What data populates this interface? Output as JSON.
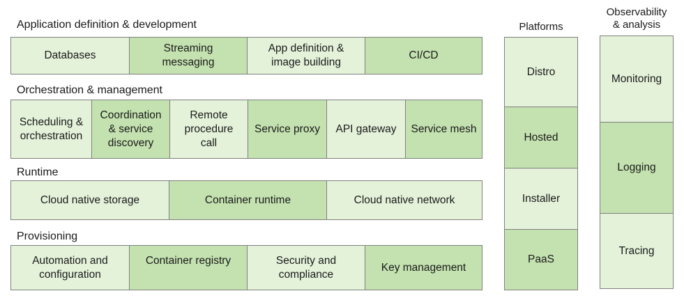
{
  "sections": [
    {
      "title": "Application definition & development",
      "items": [
        "Databases",
        "Streaming\nmessaging",
        "App definition &\nimage building",
        "CI/CD"
      ]
    },
    {
      "title": "Orchestration & management",
      "items": [
        "Scheduling &\norchestration",
        "Coordination\n& service\ndiscovery",
        "Remote\nprocedure\ncall",
        "Service proxy",
        "API gateway",
        "Service mesh"
      ]
    },
    {
      "title": "Runtime",
      "items": [
        "Cloud native storage",
        "Container runtime",
        "Cloud native network"
      ]
    },
    {
      "title": "Provisioning",
      "items": [
        "Automation and\nconfiguration",
        "Container registry",
        "Security and\ncompliance",
        "Key management"
      ]
    }
  ],
  "platforms": {
    "title": "Platforms",
    "items": [
      "Distro",
      "Hosted",
      "Installer",
      "PaaS"
    ]
  },
  "observability": {
    "title": "Observability\n& analysis",
    "items": [
      "Monitoring",
      "Logging",
      "Tracing"
    ]
  },
  "colors": {
    "light": "#e4f2da",
    "dark": "#c4e1b0",
    "border": "#7f7f7f"
  }
}
